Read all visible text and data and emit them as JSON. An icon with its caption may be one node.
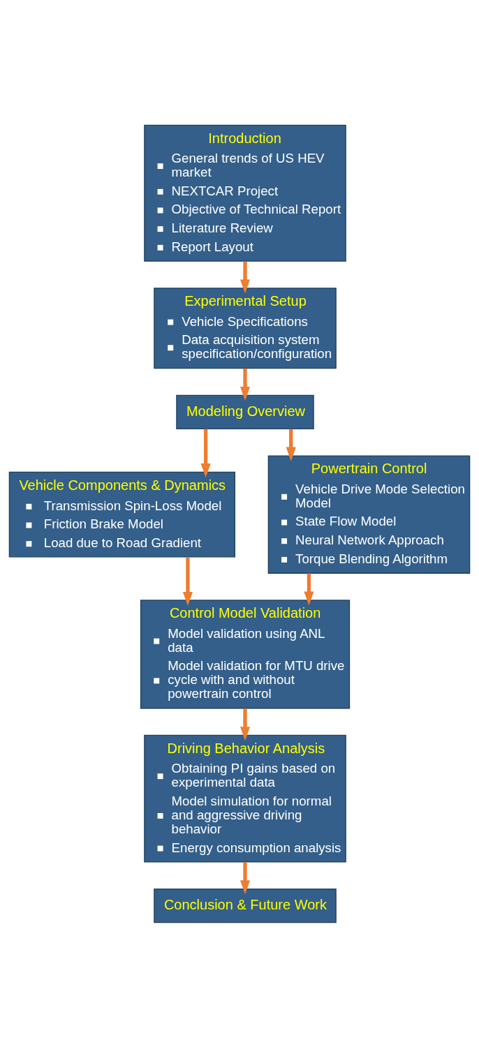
{
  "diagram": {
    "nodes": [
      {
        "text": [
          "Introduction",
          "General trends of US HEV market",
          "NEXTCAR Project",
          "Objective of Technical Report",
          "Literature Review",
          "Report Layout"
        ]
      },
      {
        "text": [
          "Experimental Setup",
          "Vehicle Specifications",
          "Data acquisition system specification/configuration"
        ]
      },
      {
        "text": [
          "Modeling Overview"
        ]
      },
      {
        "text": [
          "Vehicle Components & Dynamics",
          "Transmission Spin-Loss Model",
          "Friction Brake Model",
          "Load due to Road Gradient"
        ]
      },
      {
        "text": [
          "Powertrain Control",
          "Vehicle Drive Mode Selection Model",
          "State Flow Model",
          "Neural Network Approach",
          "Torque Blending Algorithm"
        ]
      },
      {
        "text": [
          "Control Model Validation",
          "Model validation using ANL data",
          "Model validation for MTU drive cycle with and without powertrain control"
        ]
      },
      {
        "text": [
          "Driving Behavior Analysis",
          "Obtaining PI gains based on experimental data",
          "Model simulation for normal and aggressive driving behavior",
          "Energy consumption analysis"
        ]
      },
      {
        "text": [
          "Conclusion & Future Work"
        ]
      }
    ],
    "edges": [
      {
        "from": 0,
        "to": 1,
        "arrow": "to"
      },
      {
        "from": 1,
        "to": 2,
        "arrow": "to"
      },
      {
        "from": 2,
        "to": 3,
        "arrow": "to"
      },
      {
        "from": 2,
        "to": 4,
        "arrow": "to"
      },
      {
        "from": 3,
        "to": 5,
        "arrow": "to"
      },
      {
        "from": 4,
        "to": 5,
        "arrow": "to"
      },
      {
        "from": 5,
        "to": 6,
        "arrow": "to"
      },
      {
        "from": 6,
        "to": 7,
        "arrow": "to"
      }
    ]
  }
}
